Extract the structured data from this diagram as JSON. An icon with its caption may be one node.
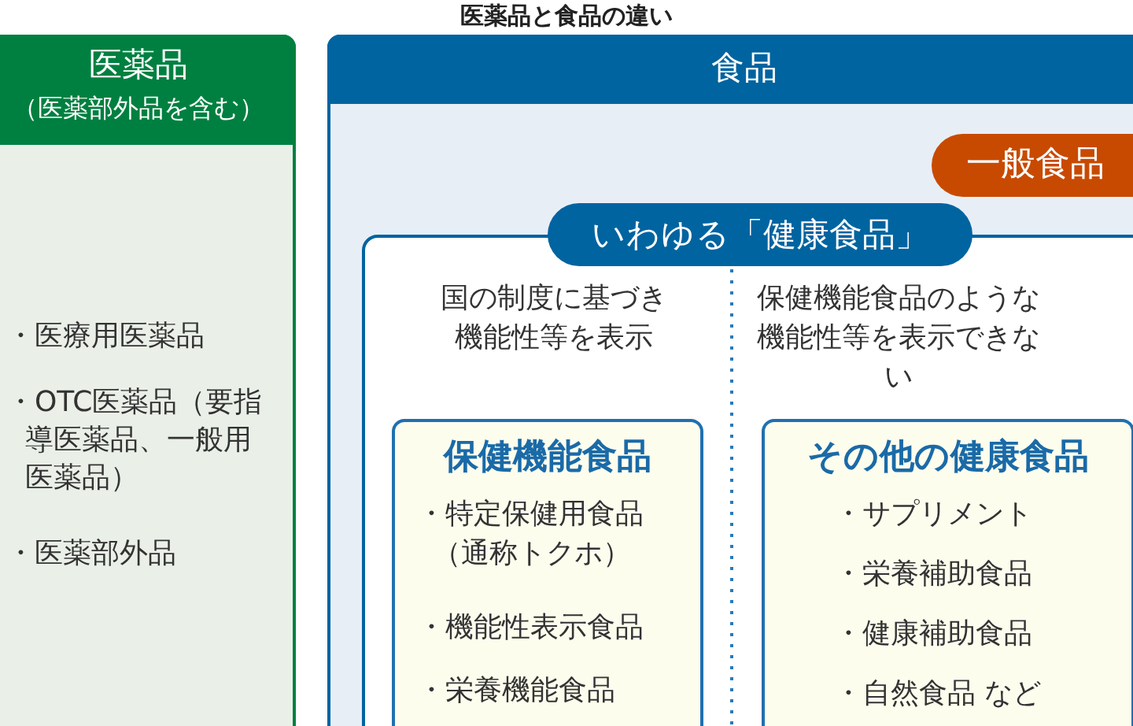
{
  "diagram": {
    "title": "医薬品と食品の違い",
    "nodes": [
      {
        "text": [
          "医薬品",
          "（医薬部外品を含む）",
          "・医療用医薬品",
          "・OTC医薬品（要指導医薬品、一般用医薬品）",
          "・医薬部外品"
        ]
      },
      {
        "text": [
          "食品"
        ]
      },
      {
        "text": [
          "一般食品"
        ],
        "in": 1
      },
      {
        "text": [
          "いわゆる「健康食品」",
          "国の制度に基づき機能性等を表示",
          "保健機能食品のような機能性等を表示できない"
        ],
        "in": 1
      },
      {
        "text": [
          "保健機能食品",
          "・特定保健用食品（通称トクホ）",
          "・機能性表示食品",
          "・栄養機能食品"
        ],
        "in": 3
      },
      {
        "text": [
          "その他の健康食品",
          "・サプリメント",
          "・栄養補助食品",
          "・健康補助食品",
          "・自然食品 など"
        ],
        "in": 3
      }
    ]
  }
}
